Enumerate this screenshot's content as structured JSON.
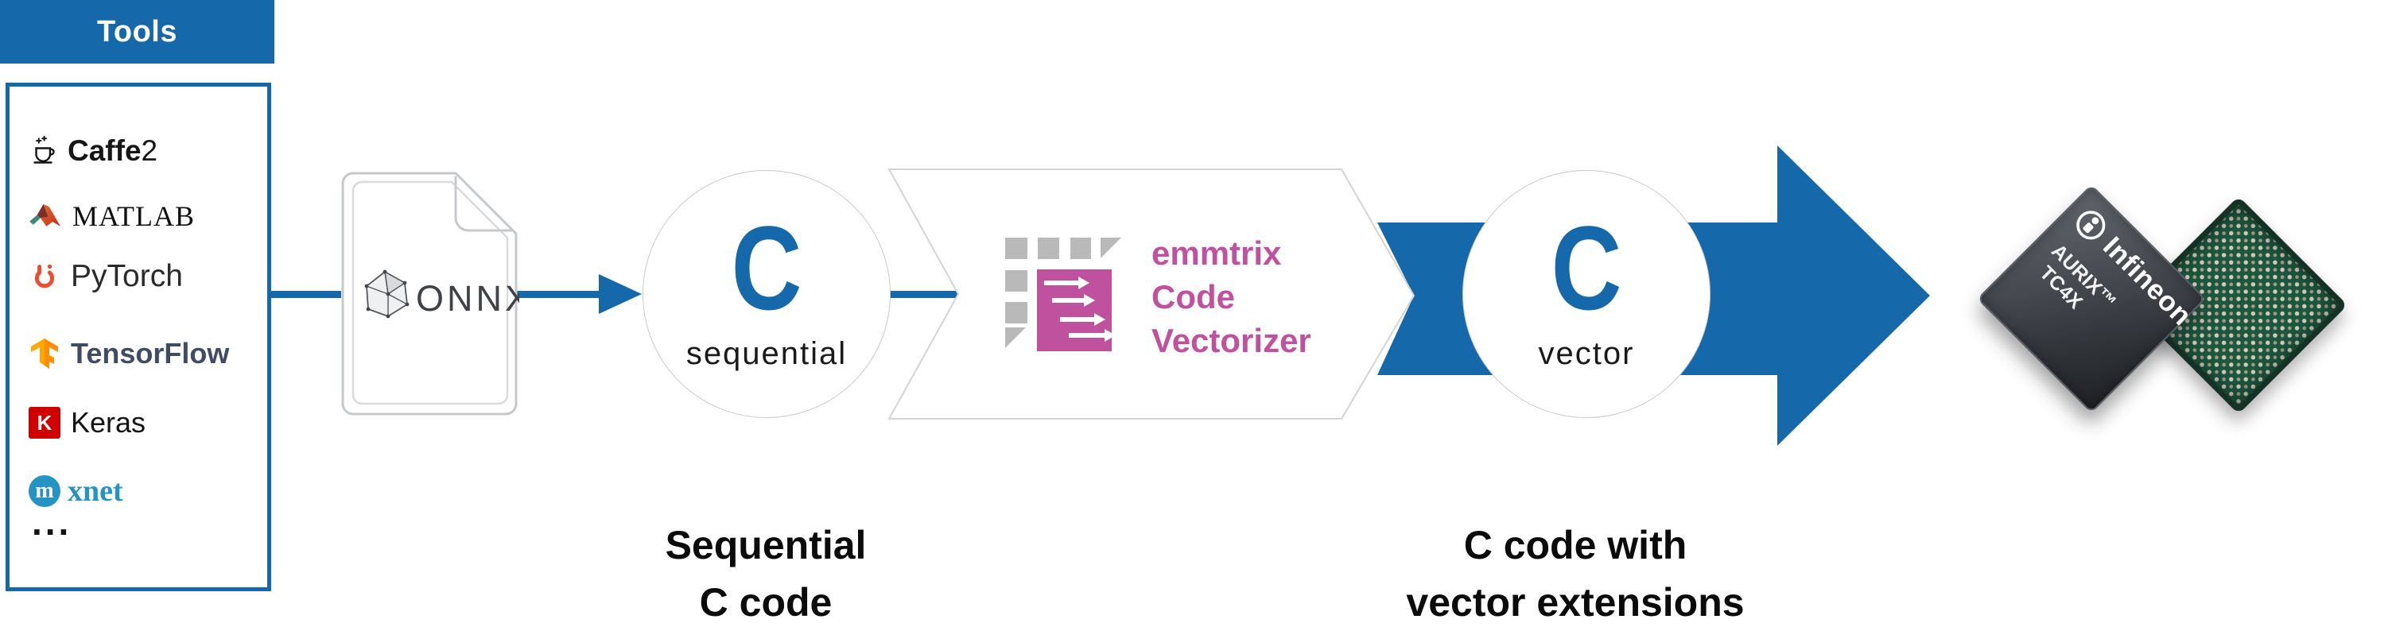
{
  "colors": {
    "blue": "#1568a9",
    "magenta": "#c0519f",
    "keras_red": "#d00000",
    "pytorch_orange": "#ee4c2c",
    "tensorflow_orange": "#ff8f00",
    "mxnet_blue": "#2693c5",
    "pcb_green": "#1c5740"
  },
  "tools_panel": {
    "title": "Tools",
    "items": [
      {
        "label": "Caffe2",
        "label_bold": "Caffe",
        "label_suffix": "2"
      },
      {
        "label": "MATLAB"
      },
      {
        "label": "PyTorch"
      },
      {
        "label": "TensorFlow"
      },
      {
        "label": "Keras",
        "badge_letter": "K"
      },
      {
        "label": "mxnet",
        "badge_letter": "m",
        "label_rest": "xnet"
      },
      {
        "label": "..."
      }
    ]
  },
  "onnx_file": {
    "label": "ONNX"
  },
  "stage_sequential": {
    "letter": "C",
    "sublabel": "sequential"
  },
  "vectorizer": {
    "line1": "emmtrix",
    "line2": "Code",
    "line3": "Vectorizer"
  },
  "stage_vector": {
    "letter": "C",
    "sublabel": "vector"
  },
  "caption_sequential": {
    "line1": "Sequential",
    "line2": "C code"
  },
  "caption_vector": {
    "line1": "C code with",
    "line2": "vector extensions"
  },
  "chip": {
    "brand": "Infineon",
    "family": "AURIX™",
    "model": "TC4X"
  }
}
